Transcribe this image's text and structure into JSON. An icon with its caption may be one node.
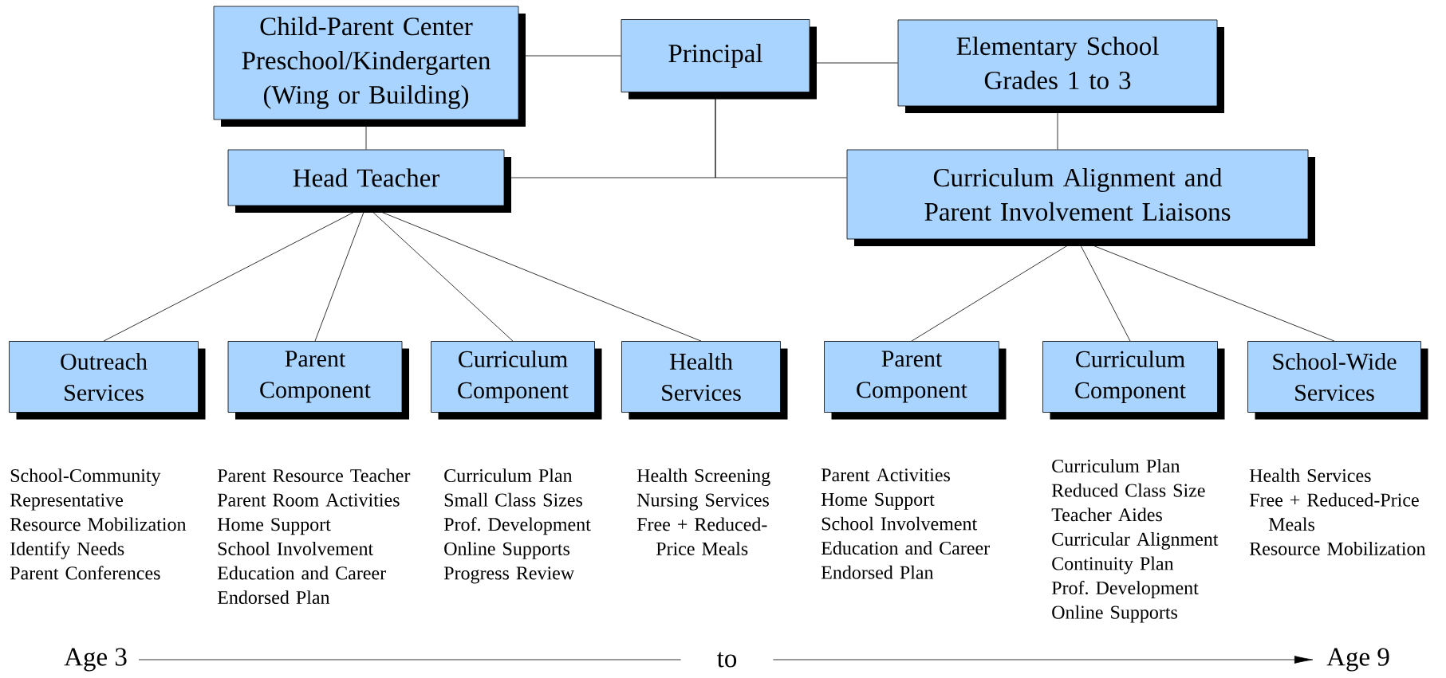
{
  "diagram": {
    "nodes": [
      {
        "text": [
          "Child-Parent Center Preschool/Kindergarten (Wing or Building)"
        ]
      },
      {
        "text": [
          "Principal"
        ]
      },
      {
        "text": [
          "Elementary School Grades 1 to 3"
        ]
      },
      {
        "text": [
          "Head Teacher"
        ]
      },
      {
        "text": [
          "Curriculum Alignment and Parent Involvement Liaisons"
        ]
      },
      {
        "text": [
          "Outreach Services"
        ],
        "beside": [
          "School-Community Representative",
          "Resource Mobilization",
          "Identify Needs",
          "Parent Conferences"
        ]
      },
      {
        "text": [
          "Parent Component"
        ],
        "beside": [
          "Parent Resource Teacher",
          "Parent Room Activities",
          "Home Support",
          "School Involvement",
          "Education and Career",
          "Endorsed Plan"
        ]
      },
      {
        "text": [
          "Curriculum Component"
        ],
        "beside": [
          "Curriculum Plan",
          "Small Class Sizes",
          "Prof. Development",
          "Online Supports",
          "Progress Review"
        ]
      },
      {
        "text": [
          "Health Services"
        ],
        "beside": [
          "Health Screening",
          "Nursing Services",
          "Free + Reduced-Price Meals"
        ]
      },
      {
        "text": [
          "Parent Component"
        ],
        "beside": [
          "Parent Activities",
          "Home Support",
          "School Involvement",
          "Education and Career",
          "Endorsed Plan"
        ]
      },
      {
        "text": [
          "Curriculum Component"
        ],
        "beside": [
          "Curriculum Plan",
          "Reduced Class Size",
          "Teacher Aides",
          "Curricular Alignment",
          "Continuity Plan",
          "Prof. Development",
          "Online Supports"
        ]
      },
      {
        "text": [
          "School-Wide Services"
        ],
        "beside": [
          "Health Services",
          "Free + Reduced-Price Meals",
          "Resource Mobilization"
        ]
      },
      {
        "text": [
          "Age 3"
        ]
      },
      {
        "text": [
          "Age 9"
        ]
      }
    ],
    "edges": [
      {
        "from": 0,
        "to": 1,
        "arrow": "none"
      },
      {
        "from": 1,
        "to": 2,
        "arrow": "none"
      },
      {
        "from": 0,
        "to": 3,
        "arrow": "none"
      },
      {
        "from": 1,
        "to": 3,
        "arrow": "none"
      },
      {
        "from": 1,
        "to": 4,
        "arrow": "none"
      },
      {
        "from": 2,
        "to": 4,
        "arrow": "none"
      },
      {
        "from": 3,
        "to": 5,
        "arrow": "none"
      },
      {
        "from": 3,
        "to": 6,
        "arrow": "none"
      },
      {
        "from": 3,
        "to": 7,
        "arrow": "none"
      },
      {
        "from": 3,
        "to": 8,
        "arrow": "none"
      },
      {
        "from": 4,
        "to": 9,
        "arrow": "none"
      },
      {
        "from": 4,
        "to": 10,
        "arrow": "none"
      },
      {
        "from": 4,
        "to": 11,
        "arrow": "none"
      },
      {
        "from": 12,
        "to": 13,
        "arrow": "to",
        "label": "to"
      }
    ]
  }
}
